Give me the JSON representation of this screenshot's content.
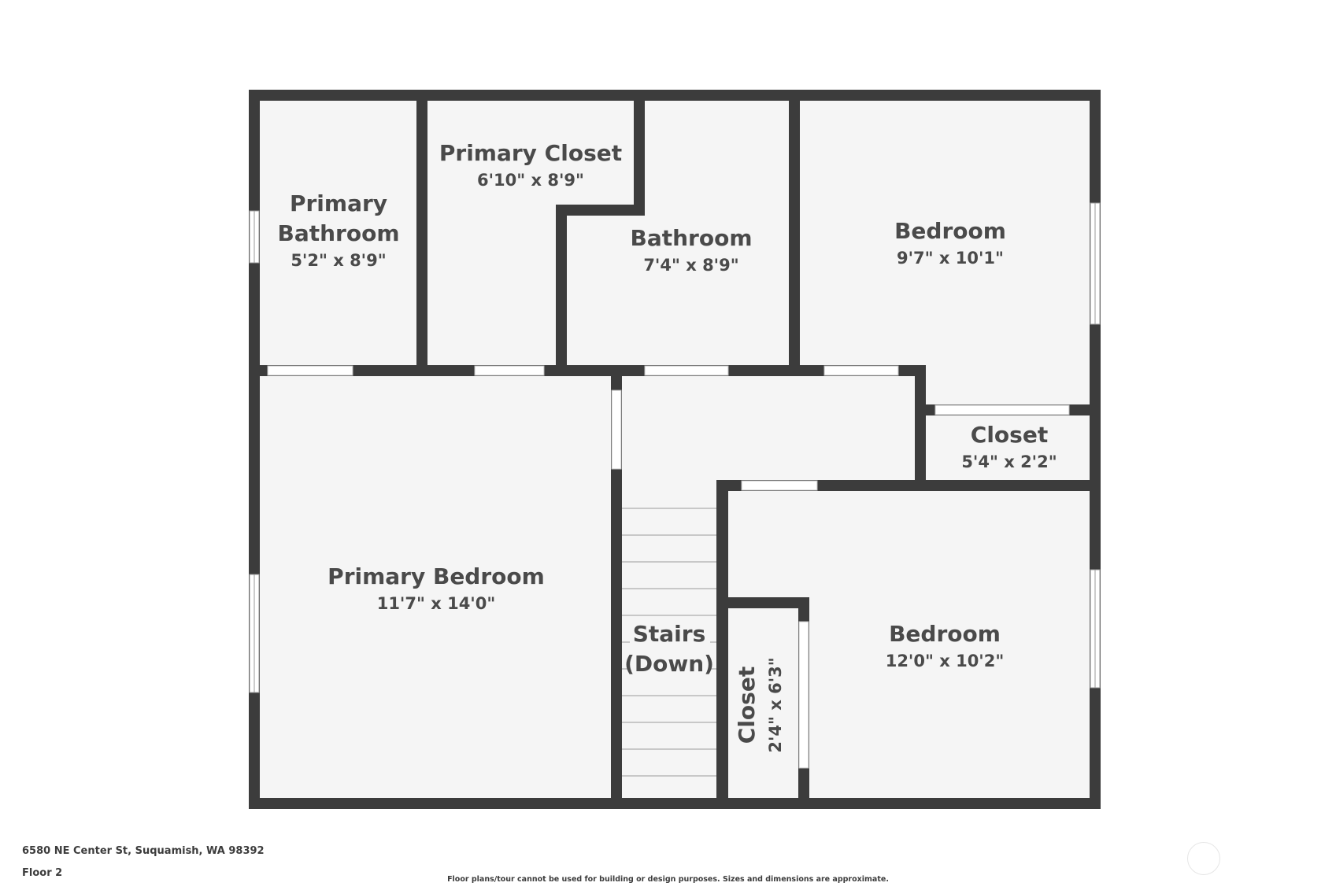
{
  "rooms": {
    "primary_bathroom": {
      "label_line1": "Primary",
      "label_line2": "Bathroom",
      "dims": "5'2\" x 8'9\""
    },
    "primary_closet": {
      "label": "Primary Closet",
      "dims": "6'10\" x 8'9\""
    },
    "bathroom": {
      "label": "Bathroom",
      "dims": "7'4\" x 8'9\""
    },
    "bedroom_top": {
      "label": "Bedroom",
      "dims": "9'7\" x 10'1\""
    },
    "closet_right": {
      "label": "Closet",
      "dims": "5'4\" x 2'2\""
    },
    "primary_bedroom": {
      "label": "Primary Bedroom",
      "dims": "11'7\" x 14'0\""
    },
    "stairs": {
      "label_line1": "Stairs",
      "label_line2": "(Down)"
    },
    "closet_small": {
      "label": "Closet",
      "dims": "2'4\" x 6'3\""
    },
    "bedroom_bottom": {
      "label": "Bedroom",
      "dims": "12'0\" x 10'2\""
    }
  },
  "footer": {
    "address": "6580 NE Center St, Suquamish, WA 98392",
    "floor": "Floor 2",
    "disclaimer": "Floor plans/tour cannot be used for building or design purposes. Sizes and dimensions are approximate."
  },
  "colors": {
    "wall": "#3c3c3c",
    "floor": "#f5f5f5",
    "text": "#4a4a4a"
  }
}
